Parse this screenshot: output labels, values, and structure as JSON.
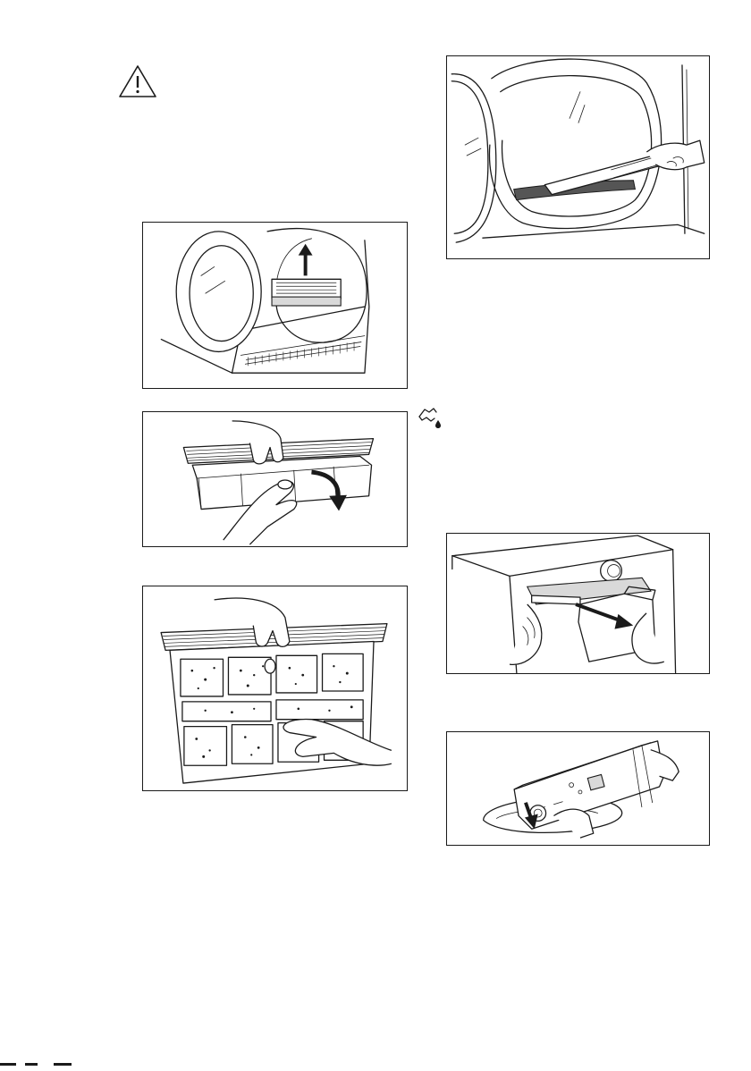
{
  "icons": {
    "warning": "warning-triangle-icon",
    "drain": "water-drain-icon"
  },
  "figures": [
    {
      "id": "fig-lint-filter-removal",
      "arrow": "up"
    },
    {
      "id": "fig-filter-open",
      "arrow": "rotate-down"
    },
    {
      "id": "fig-filter-dirty-mesh",
      "arrow": "none"
    },
    {
      "id": "fig-door-seal-vacuum",
      "arrow": "none"
    },
    {
      "id": "fig-water-container-pull",
      "arrow": "right"
    },
    {
      "id": "fig-water-container-empty",
      "arrow": "down"
    }
  ]
}
